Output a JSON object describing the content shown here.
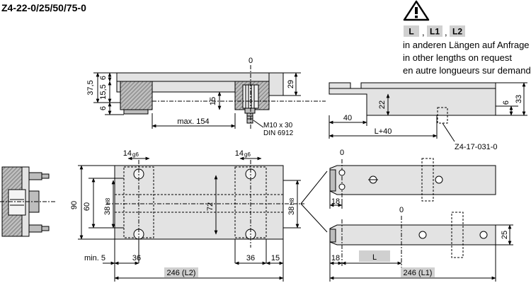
{
  "part_code": "Z4-22-0/25/50/75-0",
  "note": {
    "length_labels": [
      "L",
      "L1",
      "L2"
    ],
    "separators": [
      ",",
      ","
    ],
    "lines": [
      "in anderen Längen auf Anfrage",
      "in other lengths on request",
      "en autre longueurs sur demande"
    ]
  },
  "side_view": {
    "datum": "0",
    "dims": {
      "total_height": "37,5",
      "top": "6",
      "middle": "15,5",
      "bottom": "6",
      "inner": "15",
      "right_height": "29",
      "max": "max. 154"
    },
    "screw": [
      "M10 x 30",
      "DIN 6912"
    ]
  },
  "end_view": {
    "dims": {
      "offset": "40",
      "height": "22",
      "length": "L+40",
      "thickness": "6",
      "total": "33"
    },
    "ref": "Z4-17-031-0"
  },
  "top_view": {
    "dims": {
      "bore_left": "14",
      "bore_left_tol": "g6",
      "bore_right": "14",
      "bore_right_tol": "g6",
      "width": "90",
      "inner": "60",
      "bore_left_spacing": "38",
      "bore_left_spacing_tol": "H8",
      "center": "72",
      "bore_right_spacing": "38",
      "bore_right_spacing_tol": "H8",
      "min": "min. 5",
      "left": "36",
      "right": "36",
      "edge": "15",
      "total": "246 (L2)"
    }
  },
  "bars": {
    "upper_datum": "0",
    "upper_offset": "18",
    "lower_datum": "0",
    "lower_offset": "18",
    "length": "L",
    "height": "25",
    "total": "246 (L1)"
  },
  "colors": {
    "fill": "#e3e3e3",
    "hatch": "#8a8a8a",
    "line": "#000000",
    "tag": "#d0d0d0"
  }
}
